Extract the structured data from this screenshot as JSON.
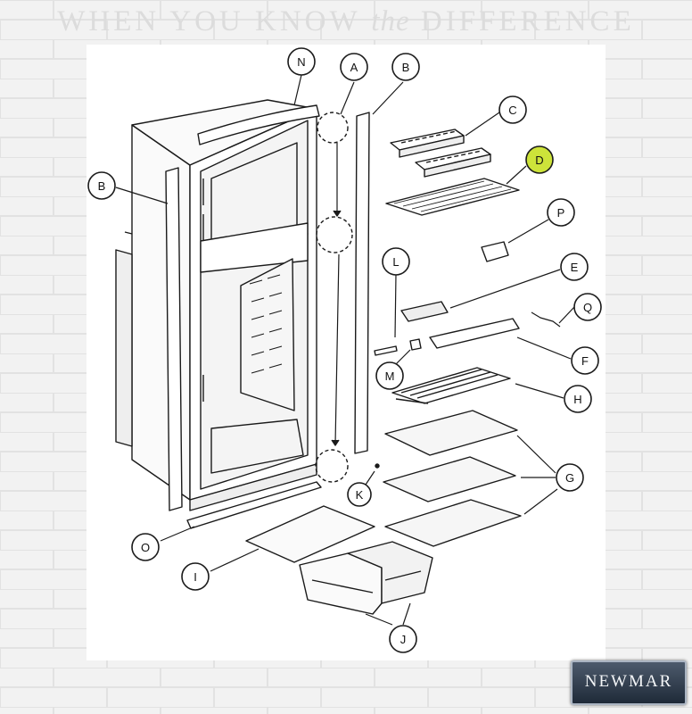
{
  "header": {
    "tagline_part1": "WHEN YOU KNOW ",
    "tagline_italic": "the",
    "tagline_part2": " DIFFERENCE"
  },
  "brand": {
    "logo_text": "NEWMAR"
  },
  "diagram": {
    "callouts": [
      {
        "id": "N",
        "label": "N",
        "highlighted": false
      },
      {
        "id": "A",
        "label": "A",
        "highlighted": false
      },
      {
        "id": "B-top",
        "label": "B",
        "highlighted": false
      },
      {
        "id": "B-left",
        "label": "B",
        "highlighted": false
      },
      {
        "id": "C",
        "label": "C",
        "highlighted": false
      },
      {
        "id": "D",
        "label": "D",
        "highlighted": true
      },
      {
        "id": "P",
        "label": "P",
        "highlighted": false
      },
      {
        "id": "L",
        "label": "L",
        "highlighted": false
      },
      {
        "id": "E",
        "label": "E",
        "highlighted": false
      },
      {
        "id": "Q",
        "label": "Q",
        "highlighted": false
      },
      {
        "id": "F",
        "label": "F",
        "highlighted": false
      },
      {
        "id": "M",
        "label": "M",
        "highlighted": false
      },
      {
        "id": "H",
        "label": "H",
        "highlighted": false
      },
      {
        "id": "G",
        "label": "G",
        "highlighted": false
      },
      {
        "id": "K",
        "label": "K",
        "highlighted": false
      },
      {
        "id": "O",
        "label": "O",
        "highlighted": false
      },
      {
        "id": "I",
        "label": "I",
        "highlighted": false
      },
      {
        "id": "J",
        "label": "J",
        "highlighted": false
      }
    ]
  },
  "colors": {
    "highlight": "#cde33a",
    "line": "#1a1a1a",
    "background": "#f3f3f3"
  }
}
